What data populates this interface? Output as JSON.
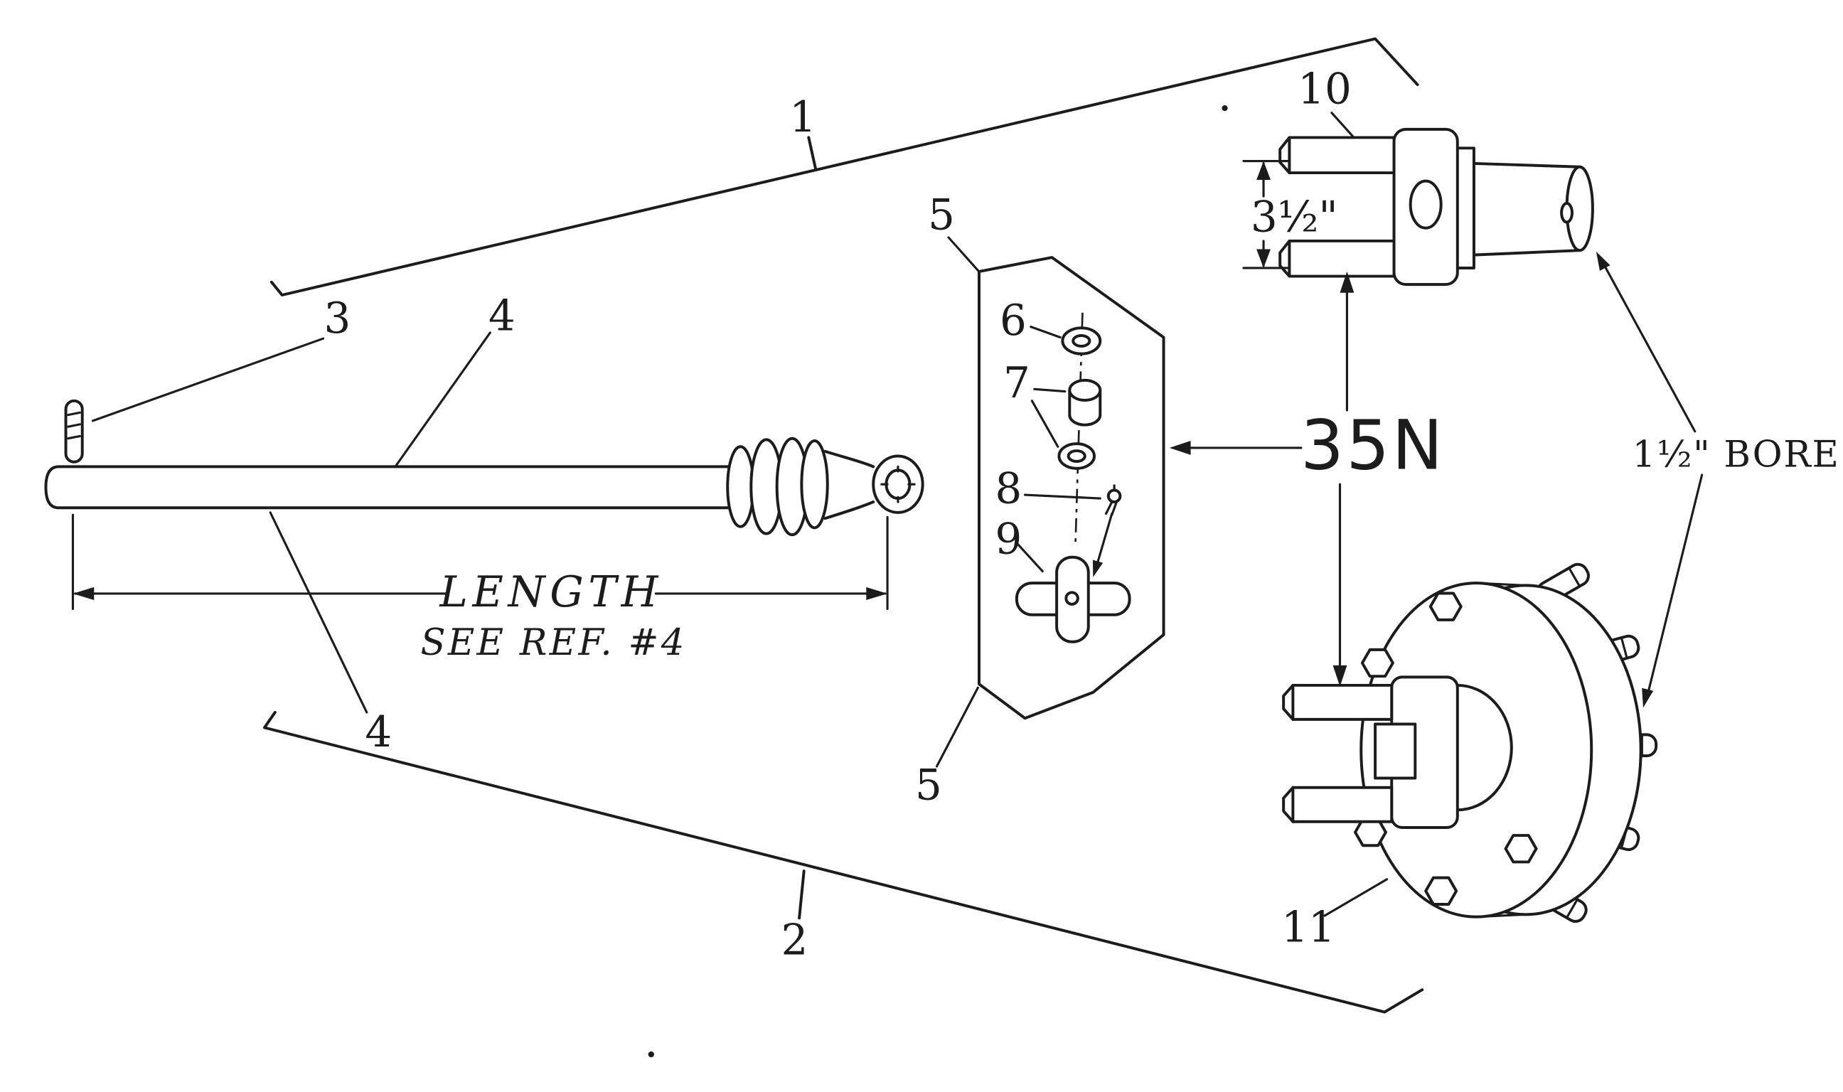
{
  "diagram": {
    "colors": {
      "ink": "#1c1c1c",
      "paper": "#ffffff"
    },
    "callouts": [
      {
        "label": "1"
      },
      {
        "label": "2"
      },
      {
        "label": "3"
      },
      {
        "label": "4"
      },
      {
        "label": "4"
      },
      {
        "label": "5"
      },
      {
        "label": "5"
      },
      {
        "label": "6"
      },
      {
        "label": "7"
      },
      {
        "label": "8"
      },
      {
        "label": "9"
      },
      {
        "label": "10"
      },
      {
        "label": "11"
      }
    ],
    "annotations": {
      "model": "35N",
      "yoke_height": "3½\"",
      "bore": "1½\" BORE",
      "length_label": "LENGTH",
      "length_ref": "SEE REF. #4"
    }
  }
}
